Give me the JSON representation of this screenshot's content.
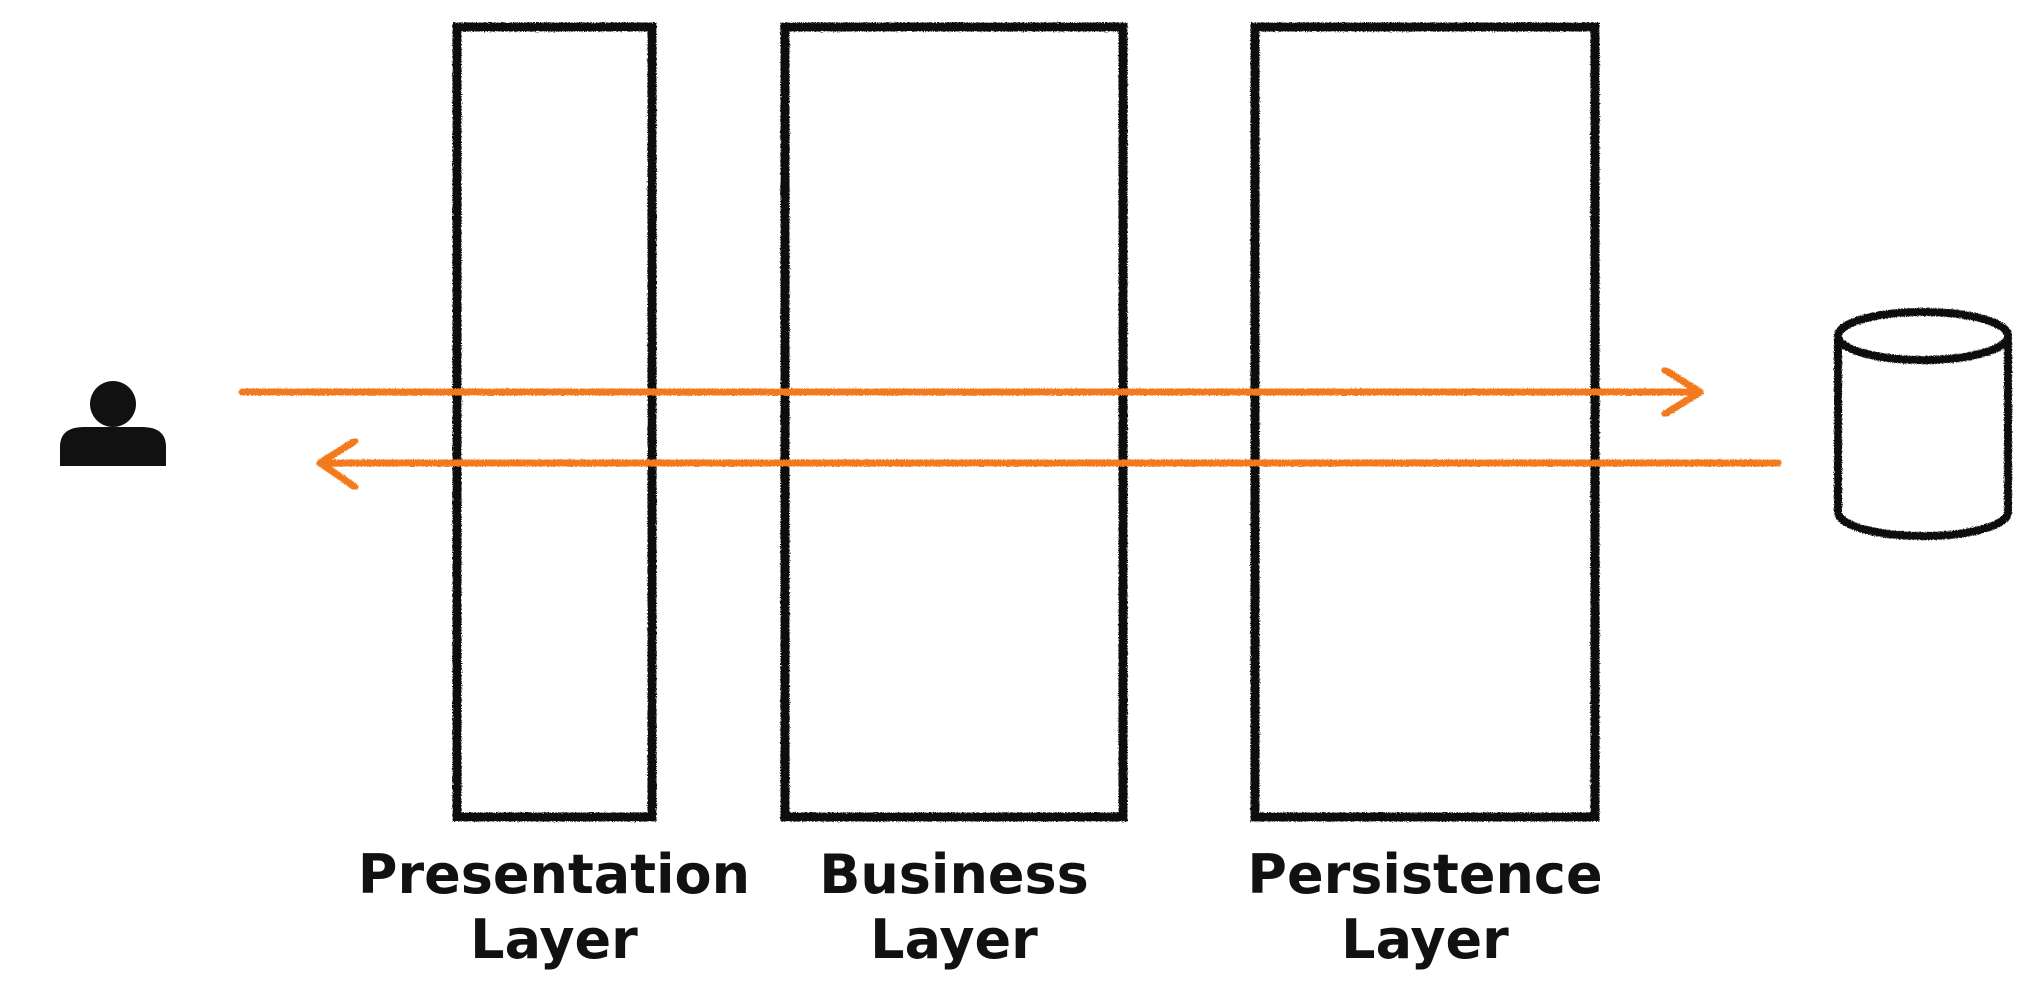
{
  "layers": [
    {
      "title": "Presentation",
      "subtitle": "Layer"
    },
    {
      "title": "Business",
      "subtitle": "Layer"
    },
    {
      "title": "Persistence",
      "subtitle": "Layer"
    }
  ],
  "actors": {
    "user": {
      "icon": "user-icon"
    },
    "database": {
      "icon": "database-cylinder-icon"
    }
  },
  "flows": [
    {
      "id": "request",
      "direction": "right"
    },
    {
      "id": "response",
      "direction": "left"
    }
  ],
  "colors": {
    "arrow": "#F27A1A",
    "stroke": "#111111",
    "background": "#FFFFFF"
  }
}
